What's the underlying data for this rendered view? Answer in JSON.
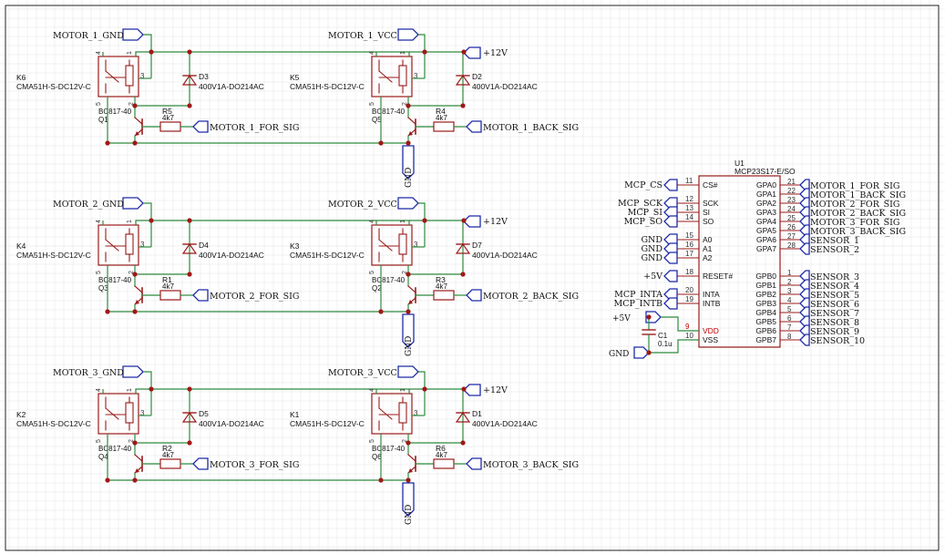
{
  "colors": {
    "wire": "#2e8b3d",
    "part": "#9b1b1b",
    "port": "#1f2ba8",
    "pin_text": "#333333",
    "grid": "#e6e6e6",
    "power_pin": "#c40000"
  },
  "channels": [
    {
      "gnd_port": "MOTOR_1_GND",
      "vcc_port": "MOTOR_1_VCC",
      "supply": "+12V",
      "left_relay": {
        "ref": "K6",
        "value": "CMA51H-S-DC12V-C"
      },
      "right_relay": {
        "ref": "K5",
        "value": "CMA51H-S-DC12V-C"
      },
      "left_diode": {
        "ref": "D3",
        "value": "400V1A-DO214AC"
      },
      "right_diode": {
        "ref": "D2",
        "value": "400V1A-DO214AC"
      },
      "left_transistor": {
        "model": "BC817-40",
        "ref": "Q1"
      },
      "right_transistor": {
        "model": "BC817-40",
        "ref": "Q5"
      },
      "left_resistor": {
        "ref": "R5",
        "value": "4k7"
      },
      "right_resistor": {
        "ref": "R4",
        "value": "4k7"
      },
      "for_sig": "MOTOR_1_FOR_SIG",
      "back_sig": "MOTOR_1_BACK_SIG",
      "gnd": "GND"
    },
    {
      "gnd_port": "MOTOR_2_GND",
      "vcc_port": "MOTOR_2_VCC",
      "supply": "+12V",
      "left_relay": {
        "ref": "K4",
        "value": "CMA51H-S-DC12V-C"
      },
      "right_relay": {
        "ref": "K3",
        "value": "CMA51H-S-DC12V-C"
      },
      "left_diode": {
        "ref": "D4",
        "value": "400V1A-DO214AC"
      },
      "right_diode": {
        "ref": "D7",
        "value": "400V1A-DO214AC"
      },
      "left_transistor": {
        "model": "BC817-40",
        "ref": "Q3"
      },
      "right_transistor": {
        "model": "BC817-40",
        "ref": "Q2"
      },
      "left_resistor": {
        "ref": "R1",
        "value": "4k7"
      },
      "right_resistor": {
        "ref": "R3",
        "value": "4k7"
      },
      "for_sig": "MOTOR_2_FOR_SIG",
      "back_sig": "MOTOR_2_BACK_SIG",
      "gnd": "GND"
    },
    {
      "gnd_port": "MOTOR_3_GND",
      "vcc_port": "MOTOR_3_VCC",
      "supply": "+12V",
      "left_relay": {
        "ref": "K2",
        "value": "CMA51H-S-DC12V-C"
      },
      "right_relay": {
        "ref": "K1",
        "value": "CMA51H-S-DC12V-C"
      },
      "left_diode": {
        "ref": "D5",
        "value": "400V1A-DO214AC"
      },
      "right_diode": {
        "ref": "D1",
        "value": "400V1A-DO214AC"
      },
      "left_transistor": {
        "model": "BC817-40",
        "ref": "Q4"
      },
      "right_transistor": {
        "model": "BC817-40",
        "ref": "Q6"
      },
      "left_resistor": {
        "ref": "R2",
        "value": "4k7"
      },
      "right_resistor": {
        "ref": "R6",
        "value": "4k7"
      },
      "for_sig": "MOTOR_3_FOR_SIG",
      "back_sig": "MOTOR_3_BACK_SIG",
      "gnd": "GND"
    }
  ],
  "ic": {
    "ref": "U1",
    "part": "MCP23S17-E/SO",
    "left_pins": [
      {
        "num": "11",
        "name": "CS#",
        "net": "MCP_CS"
      },
      {
        "num": "12",
        "name": "SCK",
        "net": "MCP_SCK"
      },
      {
        "num": "13",
        "name": "SI",
        "net": "MCP_SI"
      },
      {
        "num": "14",
        "name": "SO",
        "net": "MCP_SO"
      },
      {
        "num": "15",
        "name": "A0",
        "net": "GND"
      },
      {
        "num": "16",
        "name": "A1",
        "net": "GND"
      },
      {
        "num": "17",
        "name": "A2",
        "net": "GND"
      },
      {
        "num": "18",
        "name": "RESET#",
        "net": "+5V"
      },
      {
        "num": "20",
        "name": "INTA",
        "net": "MCP_INTA"
      },
      {
        "num": "19",
        "name": "INTB",
        "net": "MCP_INTB"
      },
      {
        "num": "9",
        "name": "VDD",
        "net": ""
      },
      {
        "num": "10",
        "name": "VSS",
        "net": ""
      }
    ],
    "right_pins": [
      {
        "num": "21",
        "name": "GPA0",
        "net": "MOTOR_1_FOR_SIG"
      },
      {
        "num": "22",
        "name": "GPA1",
        "net": "MOTOR_1_BACK_SIG"
      },
      {
        "num": "23",
        "name": "GPA2",
        "net": "MOTOR_2_FOR_SIG"
      },
      {
        "num": "24",
        "name": "GPA3",
        "net": "MOTOR_2_BACK_SIG"
      },
      {
        "num": "25",
        "name": "GPA4",
        "net": "MOTOR_3_FOR_SIG"
      },
      {
        "num": "26",
        "name": "GPA5",
        "net": "MOTOR_3_BACK_SIG"
      },
      {
        "num": "27",
        "name": "GPA6",
        "net": "SENSOR_1"
      },
      {
        "num": "28",
        "name": "GPA7",
        "net": "SENSOR_2"
      },
      {
        "num": "1",
        "name": "GPB0",
        "net": "SENSOR_3"
      },
      {
        "num": "2",
        "name": "GPB1",
        "net": "SENSOR_4"
      },
      {
        "num": "3",
        "name": "GPB2",
        "net": "SENSOR_5"
      },
      {
        "num": "4",
        "name": "GPB3",
        "net": "SENSOR_6"
      },
      {
        "num": "5",
        "name": "GPB4",
        "net": "SENSOR_7"
      },
      {
        "num": "6",
        "name": "GPB5",
        "net": "SENSOR_8"
      },
      {
        "num": "7",
        "name": "GPB6",
        "net": "SENSOR_9"
      },
      {
        "num": "8",
        "name": "GPB7",
        "net": "SENSOR_10"
      }
    ],
    "power_net": "+5V",
    "ground_net": "GND",
    "cap": {
      "ref": "C1",
      "value": "0.1u"
    }
  }
}
